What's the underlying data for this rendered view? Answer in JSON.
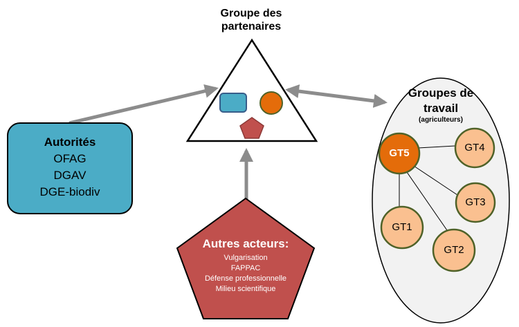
{
  "partners": {
    "title_line1": "Groupe des",
    "title_line2": "partenaires"
  },
  "authorities": {
    "title": "Autorités",
    "items": [
      "OFAG",
      "DGAV",
      "DGE-biodiv"
    ]
  },
  "working_groups": {
    "title_line1": "Groupes de",
    "title_line2": "travail",
    "subtitle": "(agriculteurs)",
    "groups": [
      "GT5",
      "GT4",
      "GT3",
      "GT1",
      "GT2"
    ]
  },
  "other_actors": {
    "title": "Autres acteurs:",
    "items": [
      "Vulgarisation",
      "FAPPAC",
      "Défense professionnelle",
      "Milieu scientifique"
    ]
  },
  "colors": {
    "authority_blue": "#4bacc6",
    "partner_orange": "#e46c0a",
    "actor_red": "#c0504d",
    "group_peach": "#fac090",
    "group_border": "#4f6228",
    "arrow_gray": "#8c8c8c"
  }
}
